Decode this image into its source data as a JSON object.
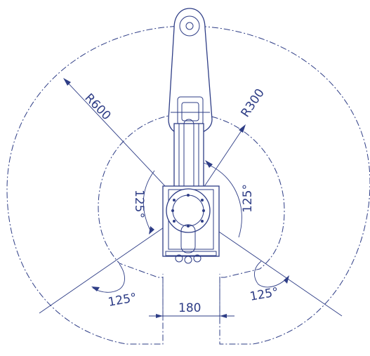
{
  "labels": {
    "r_outer": "R600",
    "r_inner": "R300",
    "angle_left_inner": "125°",
    "angle_right_inner": "125°",
    "angle_left_outer": "125°",
    "angle_right_outer": "125°",
    "base_width": "180"
  },
  "colors": {
    "line": "#2e3d86",
    "background": "#ffffff"
  }
}
